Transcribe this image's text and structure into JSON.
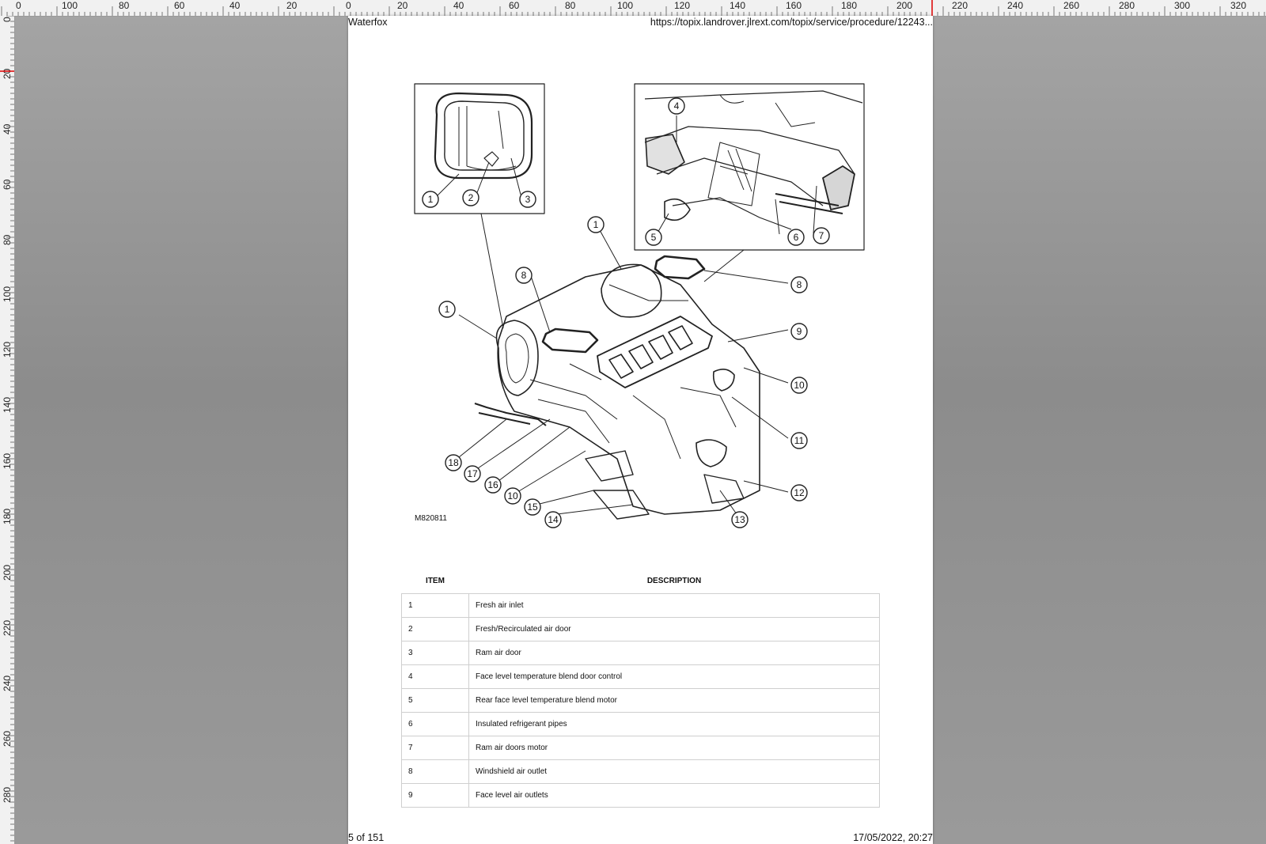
{
  "rulers": {
    "top": [
      "0",
      "100",
      "80",
      "60",
      "40",
      "20",
      "0",
      "20",
      "40",
      "60",
      "80",
      "100",
      "120",
      "140",
      "160",
      "180",
      "200",
      "220",
      "240",
      "260",
      "280",
      "300",
      "320"
    ],
    "left": [
      "0",
      "20",
      "40",
      "60",
      "80",
      "100",
      "120",
      "140",
      "160",
      "180",
      "200",
      "220",
      "240",
      "260",
      "280"
    ]
  },
  "header": {
    "left": "Waterfox",
    "right": "https://topix.landrover.jlrext.com/topix/service/procedure/12243..."
  },
  "figure": {
    "code": "M820811",
    "callouts": [
      "1",
      "2",
      "3",
      "4",
      "5",
      "6",
      "7",
      "1",
      "8",
      "8",
      "1",
      "9",
      "10",
      "11",
      "18",
      "17",
      "16",
      "10",
      "15",
      "14",
      "13",
      "12"
    ]
  },
  "table": {
    "headers": {
      "item": "ITEM",
      "description": "DESCRIPTION"
    },
    "rows": [
      {
        "item": "1",
        "description": "Fresh air inlet"
      },
      {
        "item": "2",
        "description": "Fresh/Recirculated air door"
      },
      {
        "item": "3",
        "description": "Ram air door"
      },
      {
        "item": "4",
        "description": "Face level temperature blend door control"
      },
      {
        "item": "5",
        "description": "Rear face level temperature blend motor"
      },
      {
        "item": "6",
        "description": "Insulated refrigerant pipes"
      },
      {
        "item": "7",
        "description": "Ram air doors motor"
      },
      {
        "item": "8",
        "description": "Windshield air outlet"
      },
      {
        "item": "9",
        "description": "Face level air outlets"
      }
    ]
  },
  "footer": {
    "left": "5 of 151",
    "right": "17/05/2022, 20:27"
  }
}
